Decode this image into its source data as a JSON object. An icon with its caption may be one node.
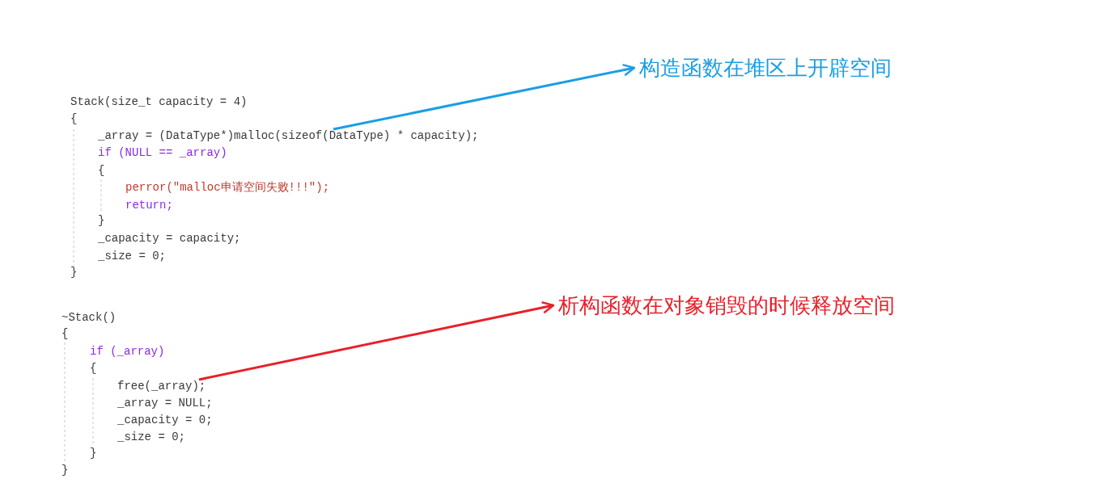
{
  "diagram": {
    "nodes": [
      {
        "text": [
          "构造函数在堆区上开辟空间"
        ]
      },
      {
        "text": [
          "_array = (DataType*)malloc(sizeof(DataType) * capacity);"
        ]
      },
      {
        "text": [
          "析构函数在对象销毁的时候释放空间"
        ]
      },
      {
        "text": [
          "free(_array);"
        ]
      }
    ],
    "edges": [
      {
        "from": 1,
        "to": 0,
        "arrow": "to",
        "color": "#1a9ee6"
      },
      {
        "from": 3,
        "to": 2,
        "arrow": "to",
        "color": "#e8202a"
      }
    ],
    "labels": [
      "Stack(size_t capacity = 4)",
      "{",
      "if (NULL == _array)",
      "{",
      "perror(\"malloc申请空间失败!!!\");",
      "return;",
      "}",
      "_capacity = capacity;",
      "_size = 0;",
      "}",
      "~Stack()",
      "{",
      "if (_array)",
      "{",
      "_array = NULL;",
      "_capacity = 0;",
      "_size = 0;",
      "}",
      "}"
    ]
  }
}
